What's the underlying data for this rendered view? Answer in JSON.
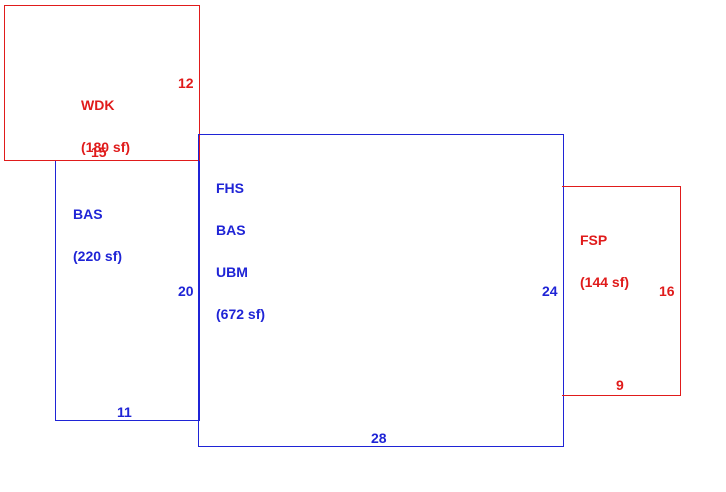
{
  "colors": {
    "living": "#1f24d6",
    "deck": "#e01b1b",
    "background": "#ffffff"
  },
  "sketch": {
    "wdk": {
      "code": "WDK",
      "area": "(180 sf)",
      "dim_width": "15",
      "dim_depth": "12"
    },
    "bas_small": {
      "code": "BAS",
      "area": "(220 sf)",
      "dim_width": "11",
      "dim_depth": "20"
    },
    "main": {
      "line1": "FHS",
      "line2": "BAS",
      "line3": "UBM",
      "area": "(672 sf)",
      "dim_width": "28",
      "dim_depth": "24"
    },
    "fsp": {
      "code": "FSP",
      "area": "(144 sf)",
      "dim_width": "9",
      "dim_depth": "16"
    }
  }
}
